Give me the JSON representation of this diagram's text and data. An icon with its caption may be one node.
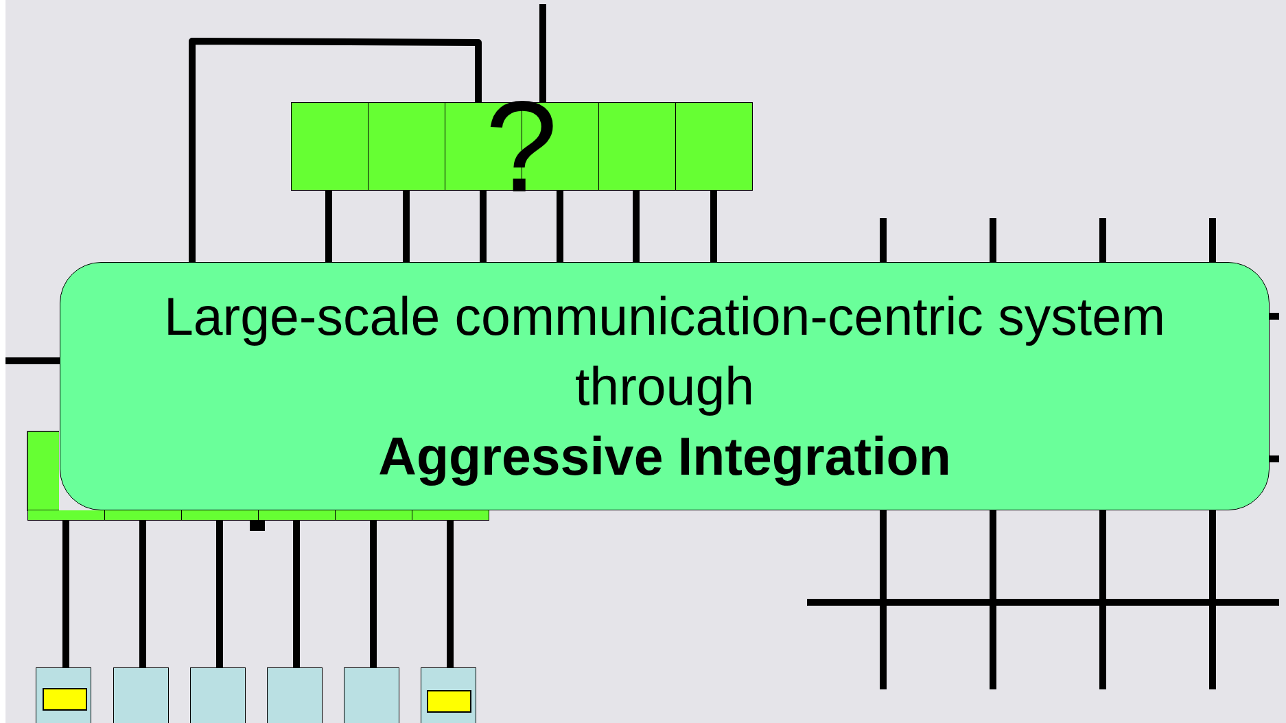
{
  "diagram": {
    "nodes": [
      {
        "text": [],
        "shape": "box"
      },
      {
        "text": [],
        "shape": "box"
      },
      {
        "text": [],
        "shape": "box"
      },
      {
        "text": [],
        "shape": "box"
      },
      {
        "text": [],
        "shape": "box"
      },
      {
        "text": [],
        "shape": "box"
      },
      {
        "text": [
          "Large-scale communication-centric system through **Aggressive Integration**"
        ]
      },
      {
        "text": [],
        "shape": "box"
      },
      {
        "text": [],
        "shape": "box"
      },
      {
        "text": [],
        "shape": "box"
      },
      {
        "text": [],
        "shape": "box"
      },
      {
        "text": [],
        "shape": "box"
      },
      {
        "text": [],
        "shape": "box"
      },
      {
        "text": [],
        "shape": "box"
      },
      {
        "text": [],
        "shape": "box"
      },
      {
        "text": [],
        "shape": "box"
      },
      {
        "text": [],
        "shape": "box"
      },
      {
        "text": [],
        "shape": "box"
      },
      {
        "text": [],
        "shape": "box"
      },
      {
        "text": [],
        "shape": "box",
        "in": 13
      },
      {
        "text": [],
        "shape": "box",
        "in": 18
      }
    ],
    "edges": [
      {
        "from": 7,
        "to": 13,
        "arrow": "none"
      },
      {
        "from": 8,
        "to": 14,
        "arrow": "none"
      },
      {
        "from": 9,
        "to": 15,
        "arrow": "none"
      },
      {
        "from": 10,
        "to": 16,
        "arrow": "none"
      },
      {
        "from": 11,
        "to": 17,
        "arrow": "none"
      },
      {
        "from": 12,
        "to": 18,
        "arrow": "none"
      },
      {
        "from": 0,
        "to": 6,
        "arrow": "none"
      },
      {
        "from": 1,
        "to": 6,
        "arrow": "none"
      },
      {
        "from": 2,
        "to": 6,
        "arrow": "none"
      },
      {
        "from": 3,
        "to": 6,
        "arrow": "none"
      },
      {
        "from": 4,
        "to": 6,
        "arrow": "none"
      },
      {
        "from": 5,
        "to": 6,
        "arrow": "none"
      },
      {
        "from": 2,
        "to": 6,
        "arrow": "none"
      },
      {
        "from": null,
        "to": 3,
        "arrow": "none"
      },
      {
        "from": null,
        "to": 6,
        "arrow": "none"
      },
      {
        "from": 6,
        "to": null,
        "arrow": "none"
      },
      {
        "from": 6,
        "to": null,
        "arrow": "none"
      }
    ],
    "labels": [
      "?"
    ]
  }
}
